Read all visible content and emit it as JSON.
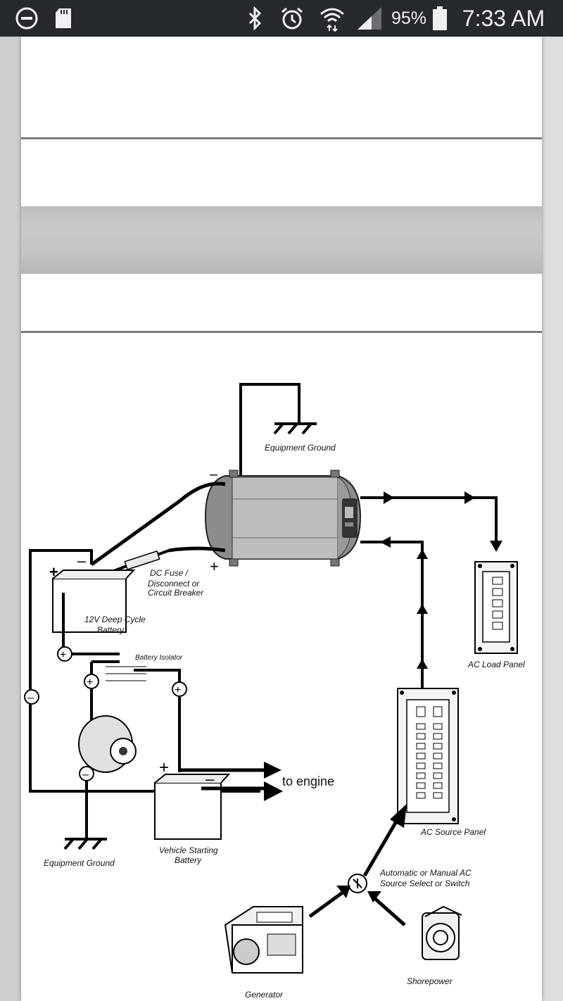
{
  "status_bar": {
    "battery_percent": "95%",
    "time": "7:33 AM",
    "icons": [
      "do-not-disturb-icon",
      "sd-card-icon",
      "bluetooth-icon",
      "alarm-icon",
      "wifi-icon",
      "cell-signal-icon",
      "battery-icon"
    ]
  },
  "diagram": {
    "labels": {
      "equipment_ground_top": "Equipment Ground",
      "dc_fuse_1": "DC Fuse /",
      "dc_fuse_2": "Disconnect or",
      "dc_fuse_3": "Circuit Breaker",
      "deep_cycle_1": "12V Deep Cycle",
      "deep_cycle_2": "Battery",
      "battery_isolator": "Battery Isolator",
      "to_engine": "to engine",
      "equipment_ground_bottom": "Equipment Ground",
      "vehicle_battery_1": "Vehicle Starting",
      "vehicle_battery_2": "Battery",
      "ac_load_panel": "AC Load  Panel",
      "ac_source_panel": "AC Source Panel",
      "source_select_1": "Automatic or Manual AC",
      "source_select_2": "Source Select  or Switch",
      "shorepower": "Shorepower",
      "generator": "Generator"
    }
  }
}
